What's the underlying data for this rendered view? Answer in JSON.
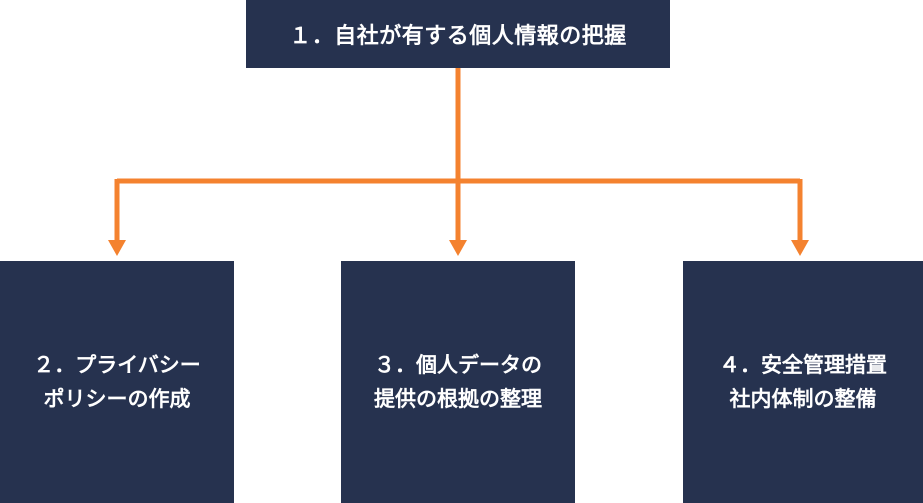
{
  "diagram": {
    "root": {
      "label": "１．自社が有する個人情報の把握"
    },
    "children": [
      {
        "lines": [
          "２．プライバシー",
          "ポリシーの作成"
        ]
      },
      {
        "lines": [
          "３．個人データの",
          "提供の根拠の整理"
        ]
      },
      {
        "lines": [
          "４．安全管理措置",
          "社内体制の整備"
        ]
      }
    ],
    "colors": {
      "box_fill": "#26324f",
      "box_text": "#ffffff",
      "connector": "#f4822f"
    }
  }
}
